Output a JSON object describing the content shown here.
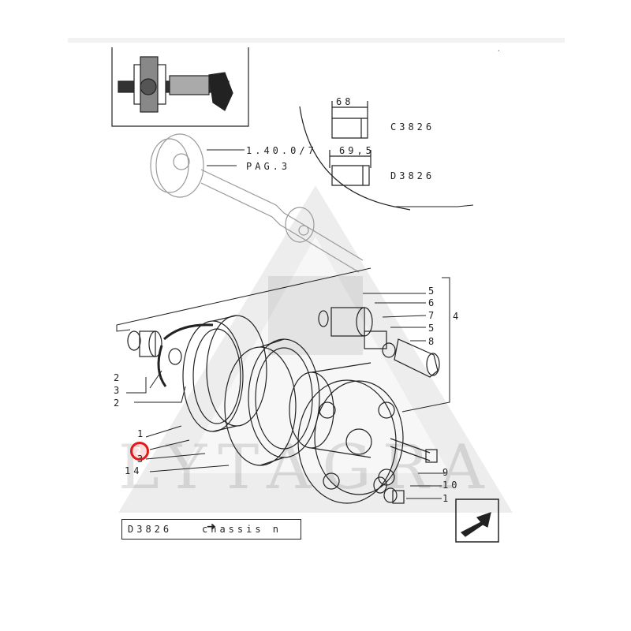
{
  "top_ref": {
    "callout_1": "1.40.0/7",
    "callout_2": "PAG.3"
  },
  "dimensions": {
    "c_width": "68",
    "c_code": "C3826",
    "d_width": "69,5",
    "d_code": "D3826"
  },
  "part_labels": {
    "p5a": "5",
    "p6": "6",
    "p7": "7",
    "p5b": "5",
    "p8": "8",
    "p4": "4",
    "p12a": "2",
    "p13": "3",
    "p12b": "2",
    "p11": "1",
    "p2": "2",
    "p3": "3",
    "p14": "14",
    "p9": "9",
    "p10": "10",
    "p1": "1"
  },
  "footer": {
    "code": "D3826",
    "text": "chassis n"
  },
  "watermark": "LYTAGRA",
  "colors": {
    "line": "#222222",
    "highlight": "#e01a1a",
    "watermark": "#dddddd"
  }
}
